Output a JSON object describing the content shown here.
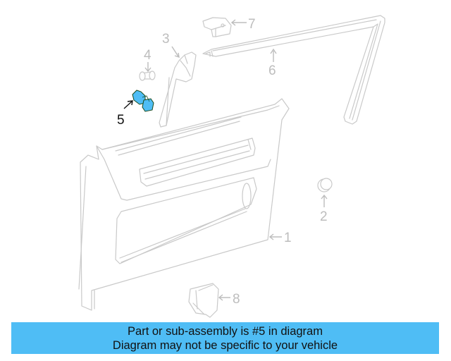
{
  "diagram": {
    "type": "parts-exploded-view",
    "highlight_color": "#4fbdf5",
    "line_color": "#c9c9c9",
    "highlighted_part": "5",
    "callouts": [
      {
        "id": "1",
        "label": "1",
        "part": "quarter-trim-panel"
      },
      {
        "id": "2",
        "label": "2",
        "part": "cap-plug"
      },
      {
        "id": "3",
        "label": "3",
        "part": "pillar-trim"
      },
      {
        "id": "4",
        "label": "4",
        "part": "retainer-push-pin"
      },
      {
        "id": "5",
        "label": "5",
        "part": "retainer-clip",
        "highlighted": true
      },
      {
        "id": "6",
        "label": "6",
        "part": "weatherstrip-molding"
      },
      {
        "id": "7",
        "label": "7",
        "part": "clip-bracket"
      },
      {
        "id": "8",
        "label": "8",
        "part": "lower-trim-cover"
      }
    ]
  },
  "banner": {
    "line1": "Part or sub-assembly is #5 in diagram",
    "line2": "Diagram may not be specific to your vehicle",
    "background": "#4fbdf5"
  }
}
